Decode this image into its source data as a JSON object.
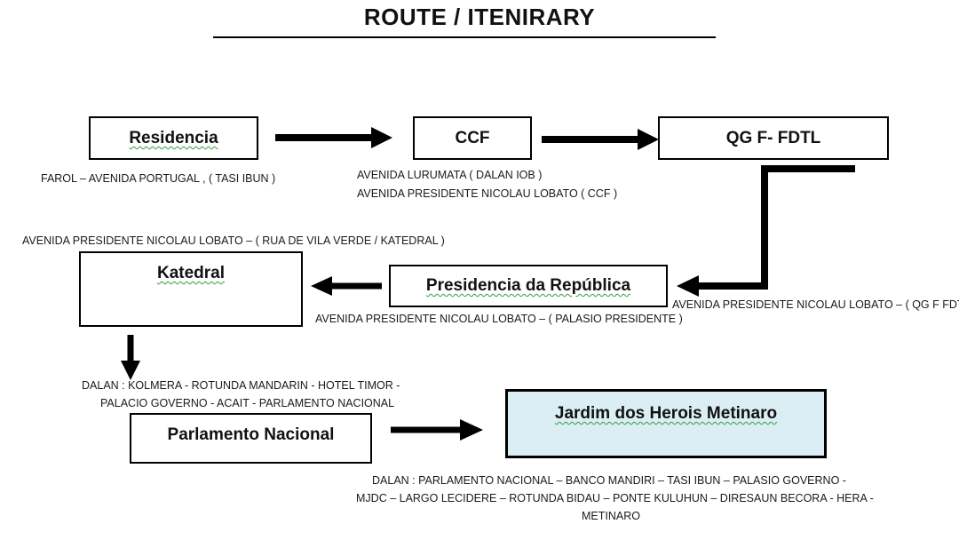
{
  "title": "ROUTE / ITENIRARY",
  "boxes": {
    "residencia": "Residencia",
    "ccf": "CCF",
    "qg": "QG F- FDTL",
    "presidencia": "Presidencia da República",
    "katedral": "Katedral",
    "parlamento": "Parlamento Nacional",
    "jardim": "Jardim dos Herois Metinaro"
  },
  "notes": {
    "residencia_route": "FAROL – AVENIDA PORTUGAL , ( TASI IBUN )",
    "ccf_route_1": "AVENIDA LURUMATA ( DALAN IOB )",
    "ccf_route_2": "AVENIDA PRESIDENTE NICOLAU LOBATO  ( CCF )",
    "katedral_route": "AVENIDA PRESIDENTE NICOLAU LOBATO – ( RUA DE VILA VERDE / KATEDRAL  )",
    "presidencia_route": "AVENIDA PRESIDENTE NICOLAU LOBATO – ( PALASIO PRESIDENTE )",
    "qg_route": "AVENIDA PRESIDENTE NICOLAU LOBATO – ( QG F FDTL",
    "parlamento_route_1": "DALAN :  KOLMERA -  ROTUNDA MANDARIN  -  HOTEL TIMOR -",
    "parlamento_route_2": "PALACIO GOVERNO - ACAIT -  PARLAMENTO NACIONAL",
    "jardim_route_1": "DALAN : PARLAMENTO NACIONAL – BANCO  MANDIRI – TASI IBUN – PALASIO GOVERNO -",
    "jardim_route_2": "MJDC – LARGO LECIDERE – ROTUNDA BIDAU – PONTE KULUHUN – DIRESAUN BECORA  - HERA -",
    "jardim_route_3": "METINARO"
  },
  "colors": {
    "jardim_fill": "#dbeef4",
    "arrow": "#000000"
  }
}
